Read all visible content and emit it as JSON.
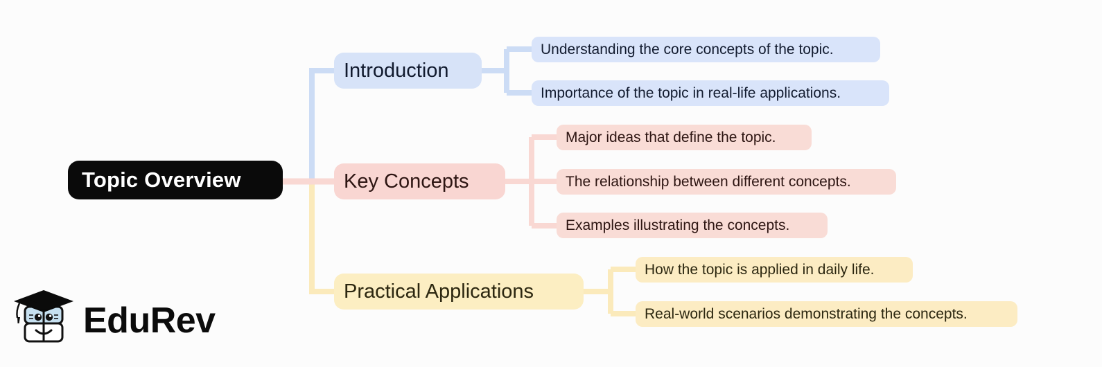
{
  "diagram": {
    "type": "mind-map",
    "orientation": "left-to-right",
    "background_color": "#fcfcfc",
    "root": {
      "label": "Topic Overview",
      "fill": "#0a0a0a",
      "text_color": "#ffffff"
    },
    "branches": [
      {
        "label": "Introduction",
        "fill": "#d7e3f8",
        "text_color": "#111a2e",
        "connector_color": "#ccdcf5",
        "children": [
          "Understanding the core concepts of the topic.",
          "Importance of the topic in real-life applications."
        ]
      },
      {
        "label": "Key Concepts",
        "fill": "#f9d6d2",
        "text_color": "#2d1512",
        "connector_color": "#f9d8d3",
        "children": [
          "Major ideas that define the topic.",
          "The relationship between different concepts.",
          "Examples illustrating the concepts."
        ]
      },
      {
        "label": "Practical Applications",
        "fill": "#fceec2",
        "text_color": "#2c2710",
        "connector_color": "#fbeabb",
        "children": [
          "How the topic is applied in daily life.",
          "Real-world scenarios demonstrating the concepts."
        ]
      }
    ]
  },
  "logo": {
    "brand_name": "EduRev",
    "mark": "graduation-cap-book-mascot",
    "text_color": "#0b0b0b",
    "book_page_color": "#c6e0f0"
  }
}
